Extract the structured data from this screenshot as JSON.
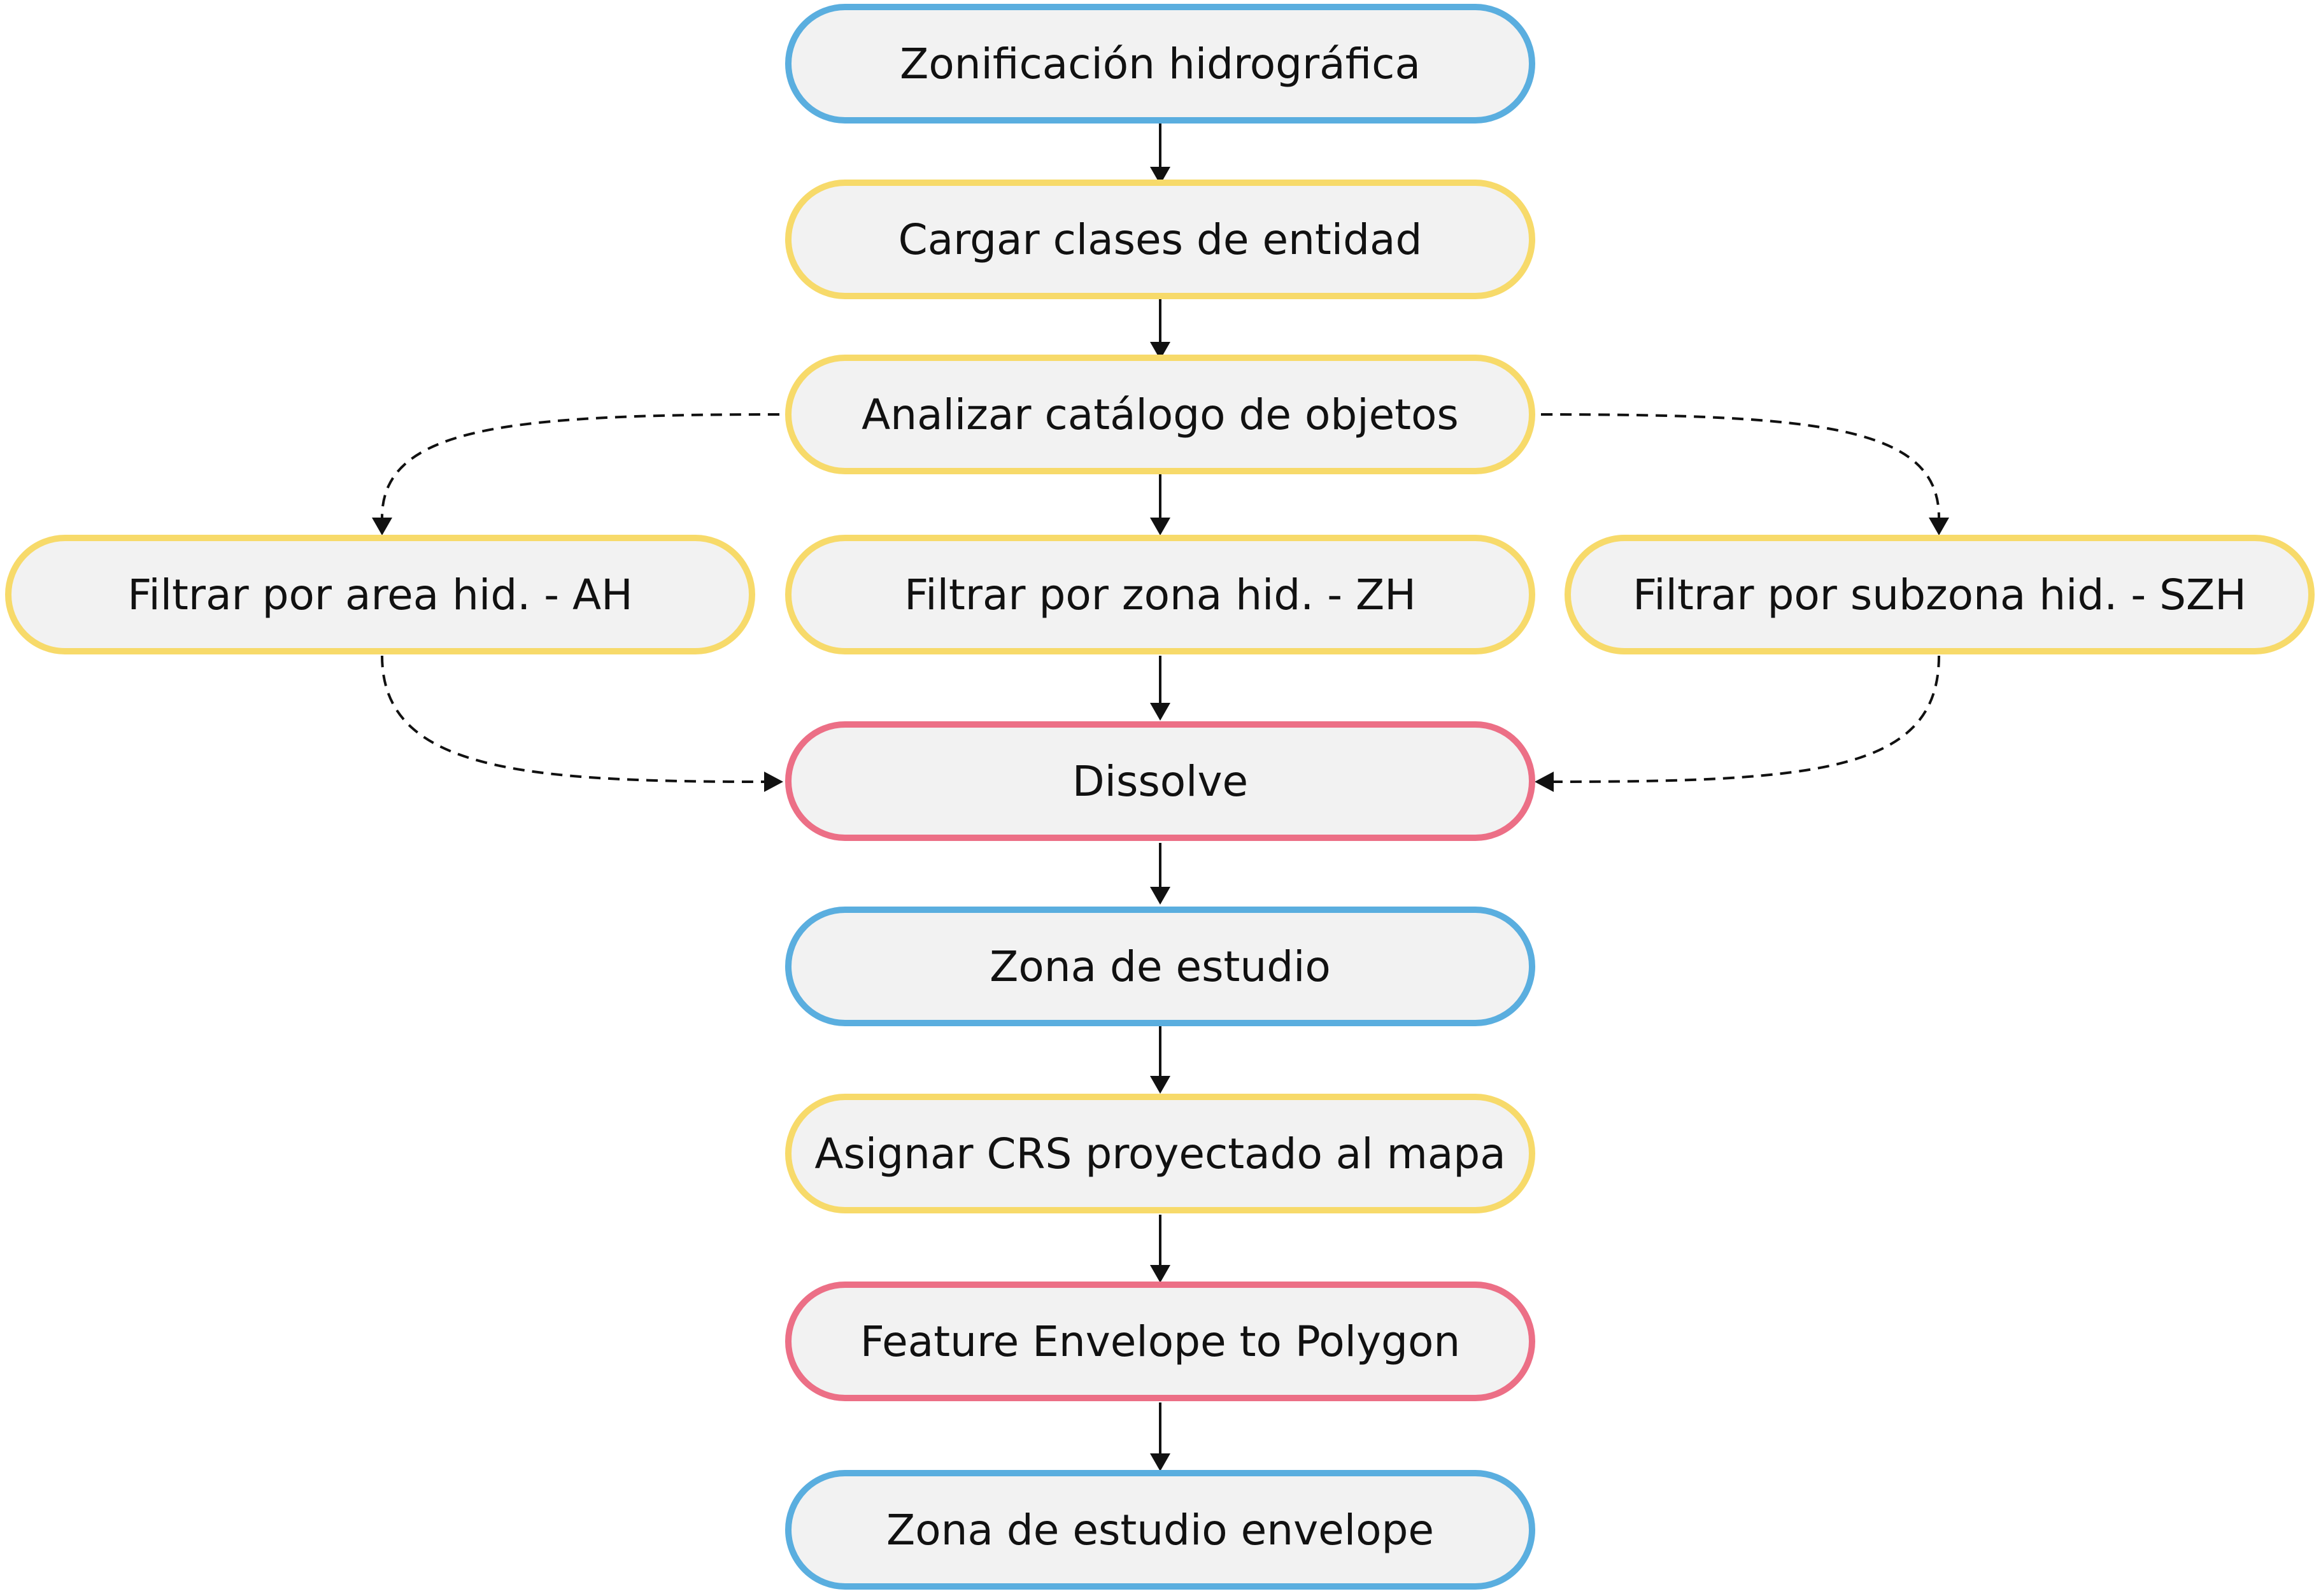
{
  "nodes": [
    {
      "id": "zonificacion",
      "label": "Zonificación hidrográfica",
      "kind": "blue"
    },
    {
      "id": "cargar",
      "label": "Cargar clases de entidad",
      "kind": "yellow"
    },
    {
      "id": "analizar",
      "label": "Analizar catálogo de objetos",
      "kind": "yellow"
    },
    {
      "id": "filtrar_ah",
      "label": "Filtrar por area hid. - AH",
      "kind": "yellow"
    },
    {
      "id": "filtrar_zh",
      "label": "Filtrar por zona hid. - ZH",
      "kind": "yellow"
    },
    {
      "id": "filtrar_szh",
      "label": "Filtrar por subzona hid. - SZH",
      "kind": "yellow"
    },
    {
      "id": "dissolve",
      "label": "Dissolve",
      "kind": "red"
    },
    {
      "id": "zona_estudio",
      "label": "Zona de estudio",
      "kind": "blue"
    },
    {
      "id": "asignar_crs",
      "label": "Asignar CRS proyectado al mapa",
      "kind": "yellow"
    },
    {
      "id": "feature_envelope",
      "label": "Feature Envelope to Polygon",
      "kind": "red"
    },
    {
      "id": "zona_envelope",
      "label": "Zona de estudio envelope",
      "kind": "blue"
    }
  ],
  "edges": [
    {
      "from": "zonificacion",
      "to": "cargar",
      "style": "solid"
    },
    {
      "from": "cargar",
      "to": "analizar",
      "style": "solid"
    },
    {
      "from": "analizar",
      "to": "filtrar_ah",
      "style": "dashed"
    },
    {
      "from": "analizar",
      "to": "filtrar_zh",
      "style": "solid"
    },
    {
      "from": "analizar",
      "to": "filtrar_szh",
      "style": "dashed"
    },
    {
      "from": "filtrar_ah",
      "to": "dissolve",
      "style": "dashed"
    },
    {
      "from": "filtrar_zh",
      "to": "dissolve",
      "style": "solid"
    },
    {
      "from": "filtrar_szh",
      "to": "dissolve",
      "style": "dashed"
    },
    {
      "from": "dissolve",
      "to": "zona_estudio",
      "style": "solid"
    },
    {
      "from": "zona_estudio",
      "to": "asignar_crs",
      "style": "solid"
    },
    {
      "from": "asignar_crs",
      "to": "feature_envelope",
      "style": "solid"
    },
    {
      "from": "feature_envelope",
      "to": "zona_envelope",
      "style": "solid"
    }
  ],
  "colors": {
    "blue": "#5AAEDF",
    "yellow": "#F7DA6A",
    "red": "#EC6F86",
    "fill": "#F2F2F2",
    "edge": "#111111"
  }
}
